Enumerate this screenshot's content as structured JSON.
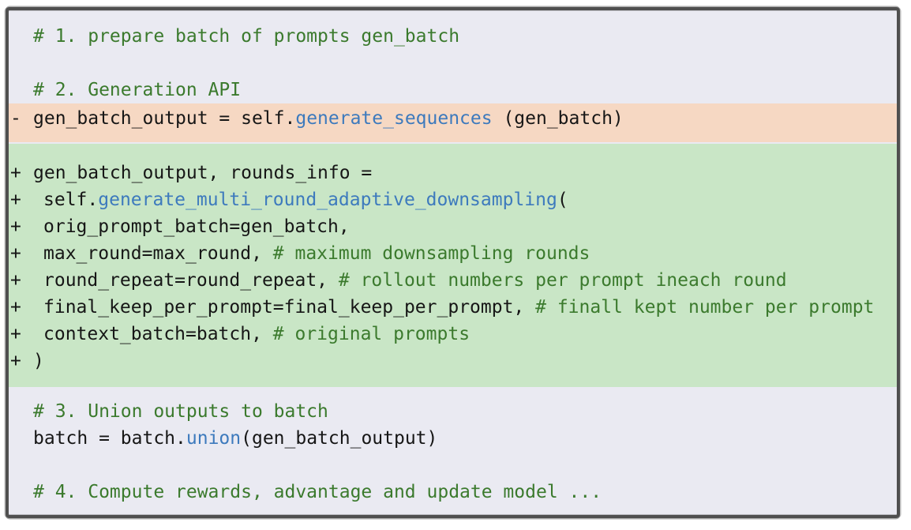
{
  "colors": {
    "canvas_bg": "#ffffff",
    "panel_bg": "#eaeaf2",
    "removed_bg": "#f6d8c3",
    "added_bg": "#c9e6c6",
    "comment": "#3b7a2d",
    "function": "#3d7abd",
    "code": "#161616",
    "border": "#4f4f4f"
  },
  "code_figure": {
    "language": "python",
    "blocks": [
      {
        "type": "plain",
        "lines": [
          {
            "segments": [
              {
                "text": "# 1. prepare batch of prompts gen_batch",
                "style": "comment"
              }
            ]
          },
          {
            "blank": true
          },
          {
            "segments": [
              {
                "text": "# 2. Generation API",
                "style": "comment"
              }
            ]
          }
        ]
      },
      {
        "type": "removed",
        "lines": [
          {
            "marker": "-",
            "segments": [
              {
                "text": "gen_batch_output = self.",
                "style": "code"
              },
              {
                "text": "generate_sequences",
                "style": "function"
              },
              {
                "text": " (gen_batch)",
                "style": "code"
              }
            ]
          }
        ]
      },
      {
        "type": "added",
        "lines": [
          {
            "marker": "+",
            "segments": [
              {
                "text": "gen_batch_output, rounds_info =",
                "style": "code"
              }
            ]
          },
          {
            "marker": "+",
            "indent": 2,
            "segments": [
              {
                "text": "self.",
                "style": "code"
              },
              {
                "text": "generate_multi_round_adaptive_downsampling",
                "style": "function"
              },
              {
                "text": "(",
                "style": "code"
              }
            ]
          },
          {
            "marker": "+",
            "indent": 2,
            "segments": [
              {
                "text": "orig_prompt_batch=gen_batch,",
                "style": "code"
              }
            ]
          },
          {
            "marker": "+",
            "indent": 2,
            "segments": [
              {
                "text": "max_round=max_round, ",
                "style": "code"
              },
              {
                "text": "# maximum downsampling rounds",
                "style": "comment"
              }
            ]
          },
          {
            "marker": "+",
            "indent": 2,
            "segments": [
              {
                "text": "round_repeat=round_repeat, ",
                "style": "code"
              },
              {
                "text": "# rollout numbers per prompt ineach round",
                "style": "comment"
              }
            ]
          },
          {
            "marker": "+",
            "indent": 2,
            "segments": [
              {
                "text": "final_keep_per_prompt=final_keep_per_prompt, ",
                "style": "code"
              },
              {
                "text": "# finall kept number per prompt",
                "style": "comment"
              }
            ]
          },
          {
            "marker": "+",
            "indent": 2,
            "segments": [
              {
                "text": "context_batch=batch, ",
                "style": "code"
              },
              {
                "text": "# original prompts",
                "style": "comment"
              }
            ]
          },
          {
            "marker": "+",
            "segments": [
              {
                "text": ")",
                "style": "code"
              }
            ]
          }
        ]
      },
      {
        "type": "plain",
        "lines": [
          {
            "segments": [
              {
                "text": "# 3. Union outputs to batch",
                "style": "comment"
              }
            ]
          },
          {
            "segments": [
              {
                "text": "batch = batch.",
                "style": "code"
              },
              {
                "text": "union",
                "style": "function"
              },
              {
                "text": "(gen_batch_output)",
                "style": "code"
              }
            ]
          },
          {
            "blank": true
          },
          {
            "segments": [
              {
                "text": "# 4. Compute rewards, advantage and update model ...",
                "style": "comment"
              }
            ]
          }
        ]
      }
    ]
  }
}
